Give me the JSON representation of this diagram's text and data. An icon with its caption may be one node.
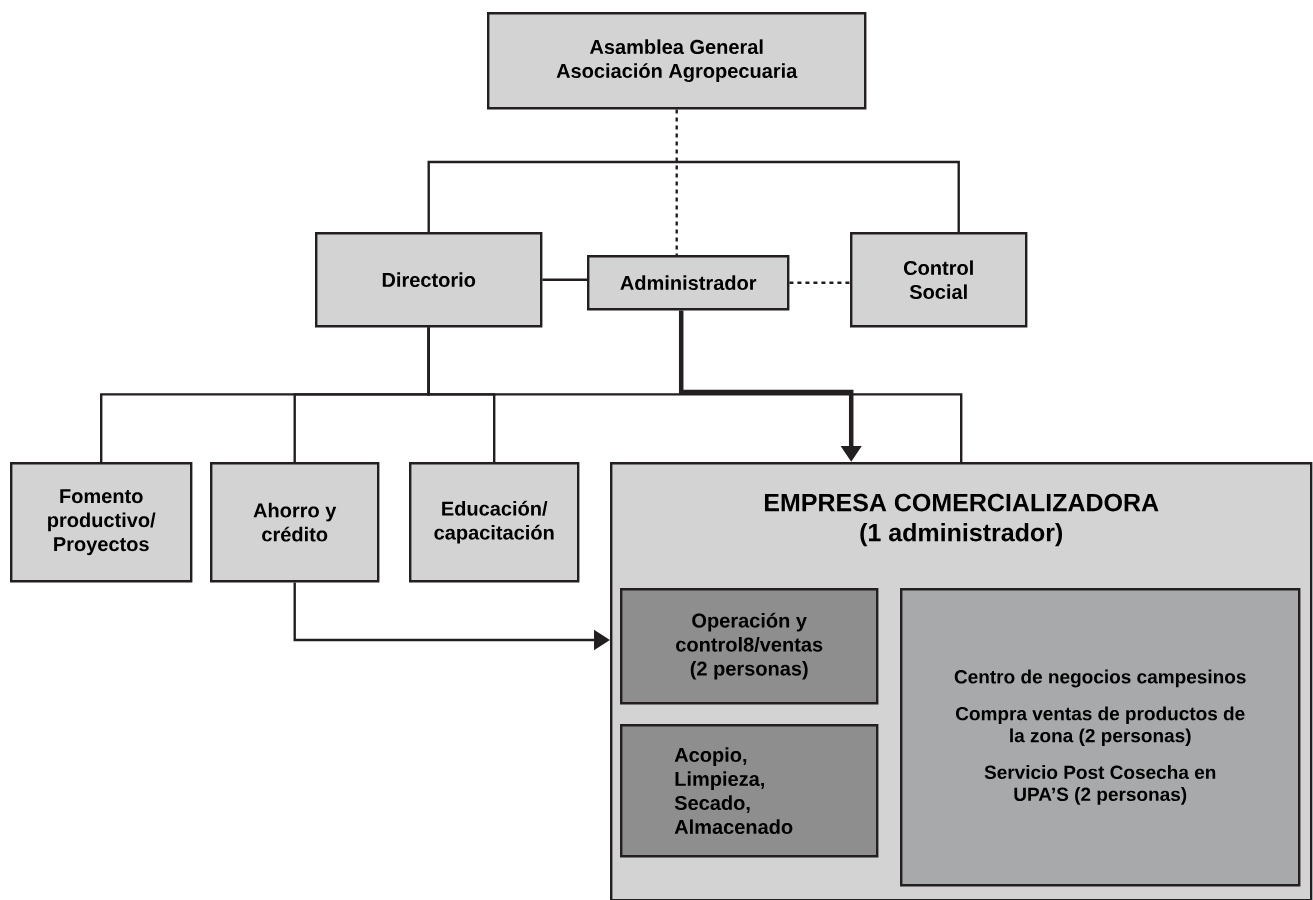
{
  "diagram": {
    "nodes": [
      {
        "text": [
          "Asamblea General Asociación Agropecuaria"
        ]
      },
      {
        "text": [
          "Directorio"
        ]
      },
      {
        "text": [
          "Administrador"
        ]
      },
      {
        "text": [
          "Control Social"
        ]
      },
      {
        "text": [
          "Fomento productivo/ Proyectos"
        ]
      },
      {
        "text": [
          "Ahorro y crédito"
        ]
      },
      {
        "text": [
          "Educación/ capacitación"
        ]
      },
      {
        "text": [
          "EMPRESA COMERCIALIZADORA (1 administrador)"
        ]
      },
      {
        "text": [
          "Operación y control8/ventas (2 personas)"
        ],
        "in": 7
      },
      {
        "text": [
          "Acopio, Limpieza, Secado, Almacenado"
        ],
        "in": 7
      },
      {
        "text": [
          "Centro de negocios campesinos",
          "Compra ventas de productos de la zona (2 personas)",
          "Servicio Post Cosecha en UPA’S (2 personas)"
        ],
        "in": 7
      }
    ],
    "edges": [
      {
        "from": 0,
        "to": 2,
        "arrow": "none",
        "style": "dashed"
      },
      {
        "from": 1,
        "to": 3,
        "arrow": "none"
      },
      {
        "from": 1,
        "to": 2,
        "arrow": "none"
      },
      {
        "from": 2,
        "to": 3,
        "arrow": "none",
        "style": "dashed"
      },
      {
        "from": 1,
        "to": 4,
        "arrow": "none"
      },
      {
        "from": 1,
        "to": 5,
        "arrow": "none"
      },
      {
        "from": 1,
        "to": 6,
        "arrow": "none"
      },
      {
        "from": 1,
        "to": 7,
        "arrow": "none"
      },
      {
        "from": 2,
        "to": 7,
        "arrow": "to",
        "style": "thick"
      },
      {
        "from": 5,
        "to": 7,
        "arrow": "to"
      }
    ]
  }
}
